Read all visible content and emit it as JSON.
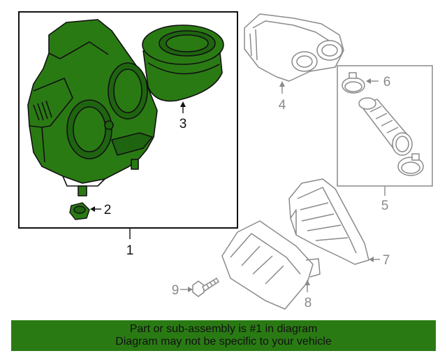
{
  "callouts": [
    {
      "id": "1",
      "label": "1",
      "highlighted": true
    },
    {
      "id": "2",
      "label": "2",
      "highlighted": true
    },
    {
      "id": "3",
      "label": "3",
      "highlighted": true
    },
    {
      "id": "4",
      "label": "4",
      "highlighted": false
    },
    {
      "id": "5",
      "label": "5",
      "highlighted": false
    },
    {
      "id": "6",
      "label": "6",
      "highlighted": false
    },
    {
      "id": "7",
      "label": "7",
      "highlighted": false
    },
    {
      "id": "8",
      "label": "8",
      "highlighted": false
    },
    {
      "id": "9",
      "label": "9",
      "highlighted": false
    }
  ],
  "footer": {
    "line1": "Part or sub-assembly is #1 in diagram",
    "line2": "Diagram may not be specific to your vehicle"
  },
  "colors": {
    "highlight_fill": "#2a7a14",
    "outline_dark": "#111111",
    "outline_grey": "#8a8a8a",
    "banner_bg": "#2a7a14"
  }
}
